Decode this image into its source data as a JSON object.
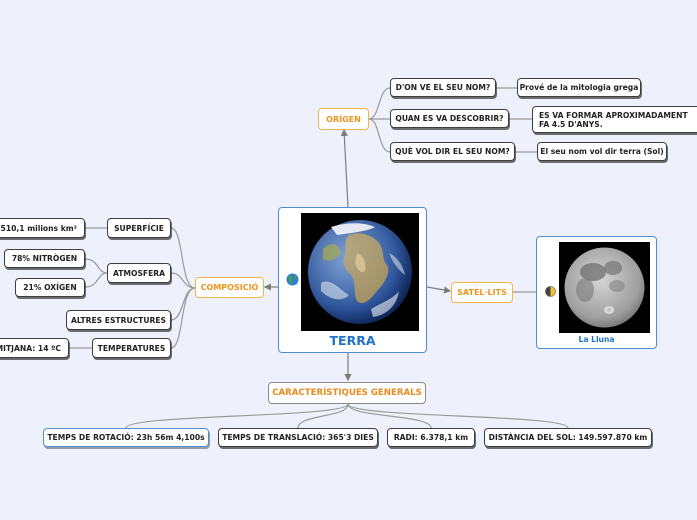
{
  "central": {
    "title": "TERRA"
  },
  "origen": {
    "label": "ORÍGEN",
    "questions": [
      {
        "q": "D'ON VE EL SEU NOM?",
        "a": "Prové de la mitologia grega"
      },
      {
        "q": "QUAN ES VA DESCOBRIR?",
        "a": "ES VA FORMAR APROXIMADAMENT FA 4.5 D'ANYS."
      },
      {
        "q": "QUÈ VOL DIR EL SEU NOM?",
        "a": "El seu nom vol dir terra (Sol)"
      }
    ]
  },
  "composicio": {
    "label": "COMPOSICIÓ",
    "superficie": {
      "label": "SUPERFÍCIE",
      "value": "510,1 milions km²"
    },
    "atmosfera": {
      "label": "ATMOSFERA",
      "values": [
        "78% NITRÒGEN",
        "21% OXÍGEN"
      ]
    },
    "altres": {
      "label": "ALTRES ESTRUCTURES"
    },
    "temperatures": {
      "label": "TEMPERATURES",
      "value": "MITJANA:  14 ºC"
    }
  },
  "satelits": {
    "label": "SATÈL·LITS",
    "moon_caption": "La Lluna"
  },
  "caracteristiques": {
    "label": "CARACTERÍSTIQUES GENERALS",
    "items": [
      "TEMPS DE ROTACIÓ:  23h 56m 4,100s",
      "TEMPS DE TRANSLACIÓ:  365'3 DIES",
      "RADI:  6.378,1 km",
      "DISTÀNCIA DEL SOL:  149.597.870 km"
    ]
  },
  "icons": [
    "globe-icon",
    "moon-phase-icon",
    "earth-photo",
    "moon-photo"
  ],
  "colors": {
    "accent_orange": "#f0941e",
    "title_blue": "#1f73c7",
    "card_border": "#4a8fd6",
    "background": "#eef1fb"
  }
}
